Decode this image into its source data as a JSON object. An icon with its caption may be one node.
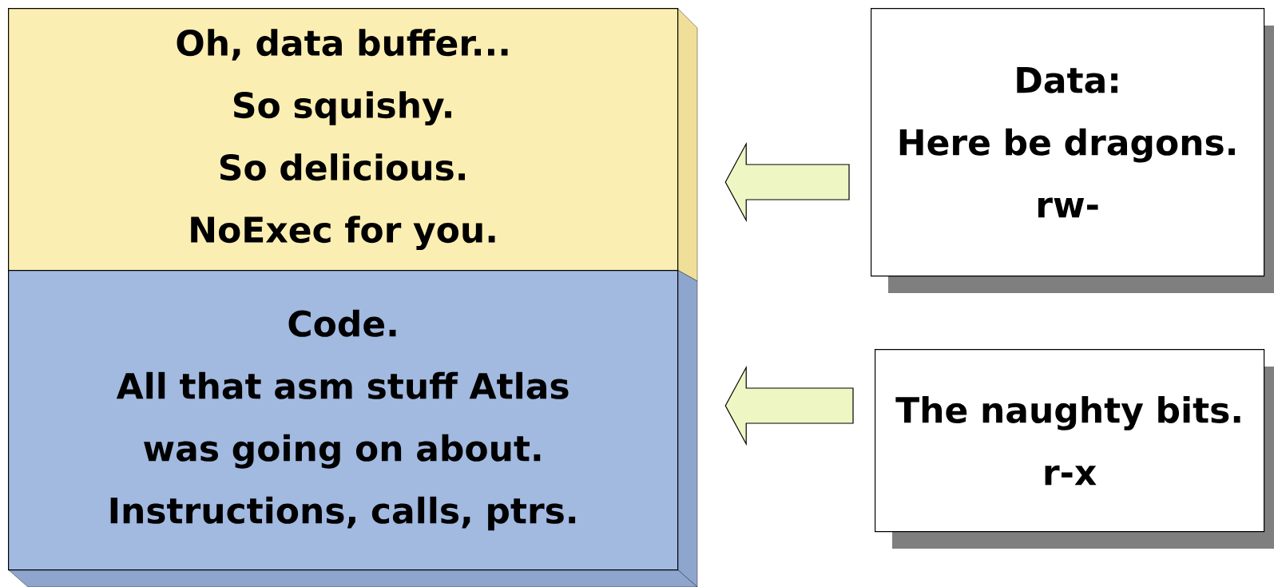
{
  "diagram": {
    "nodes": [
      {
        "text": [
          "Oh, data buffer...",
          "So squishy.",
          "So delicious.",
          "NoExec for you."
        ]
      },
      {
        "text": [
          "Code.",
          "All that asm stuff Atlas was going on about.",
          "Instructions, calls, ptrs."
        ]
      },
      {
        "text": [
          "Data:",
          "Here be dragons.",
          "rw-"
        ]
      },
      {
        "text": [
          "The naughty bits.",
          "r-x"
        ]
      }
    ],
    "edges": [
      {
        "from": 2,
        "to": 0,
        "arrow": "to"
      },
      {
        "from": 3,
        "to": 1,
        "arrow": "to"
      }
    ]
  }
}
